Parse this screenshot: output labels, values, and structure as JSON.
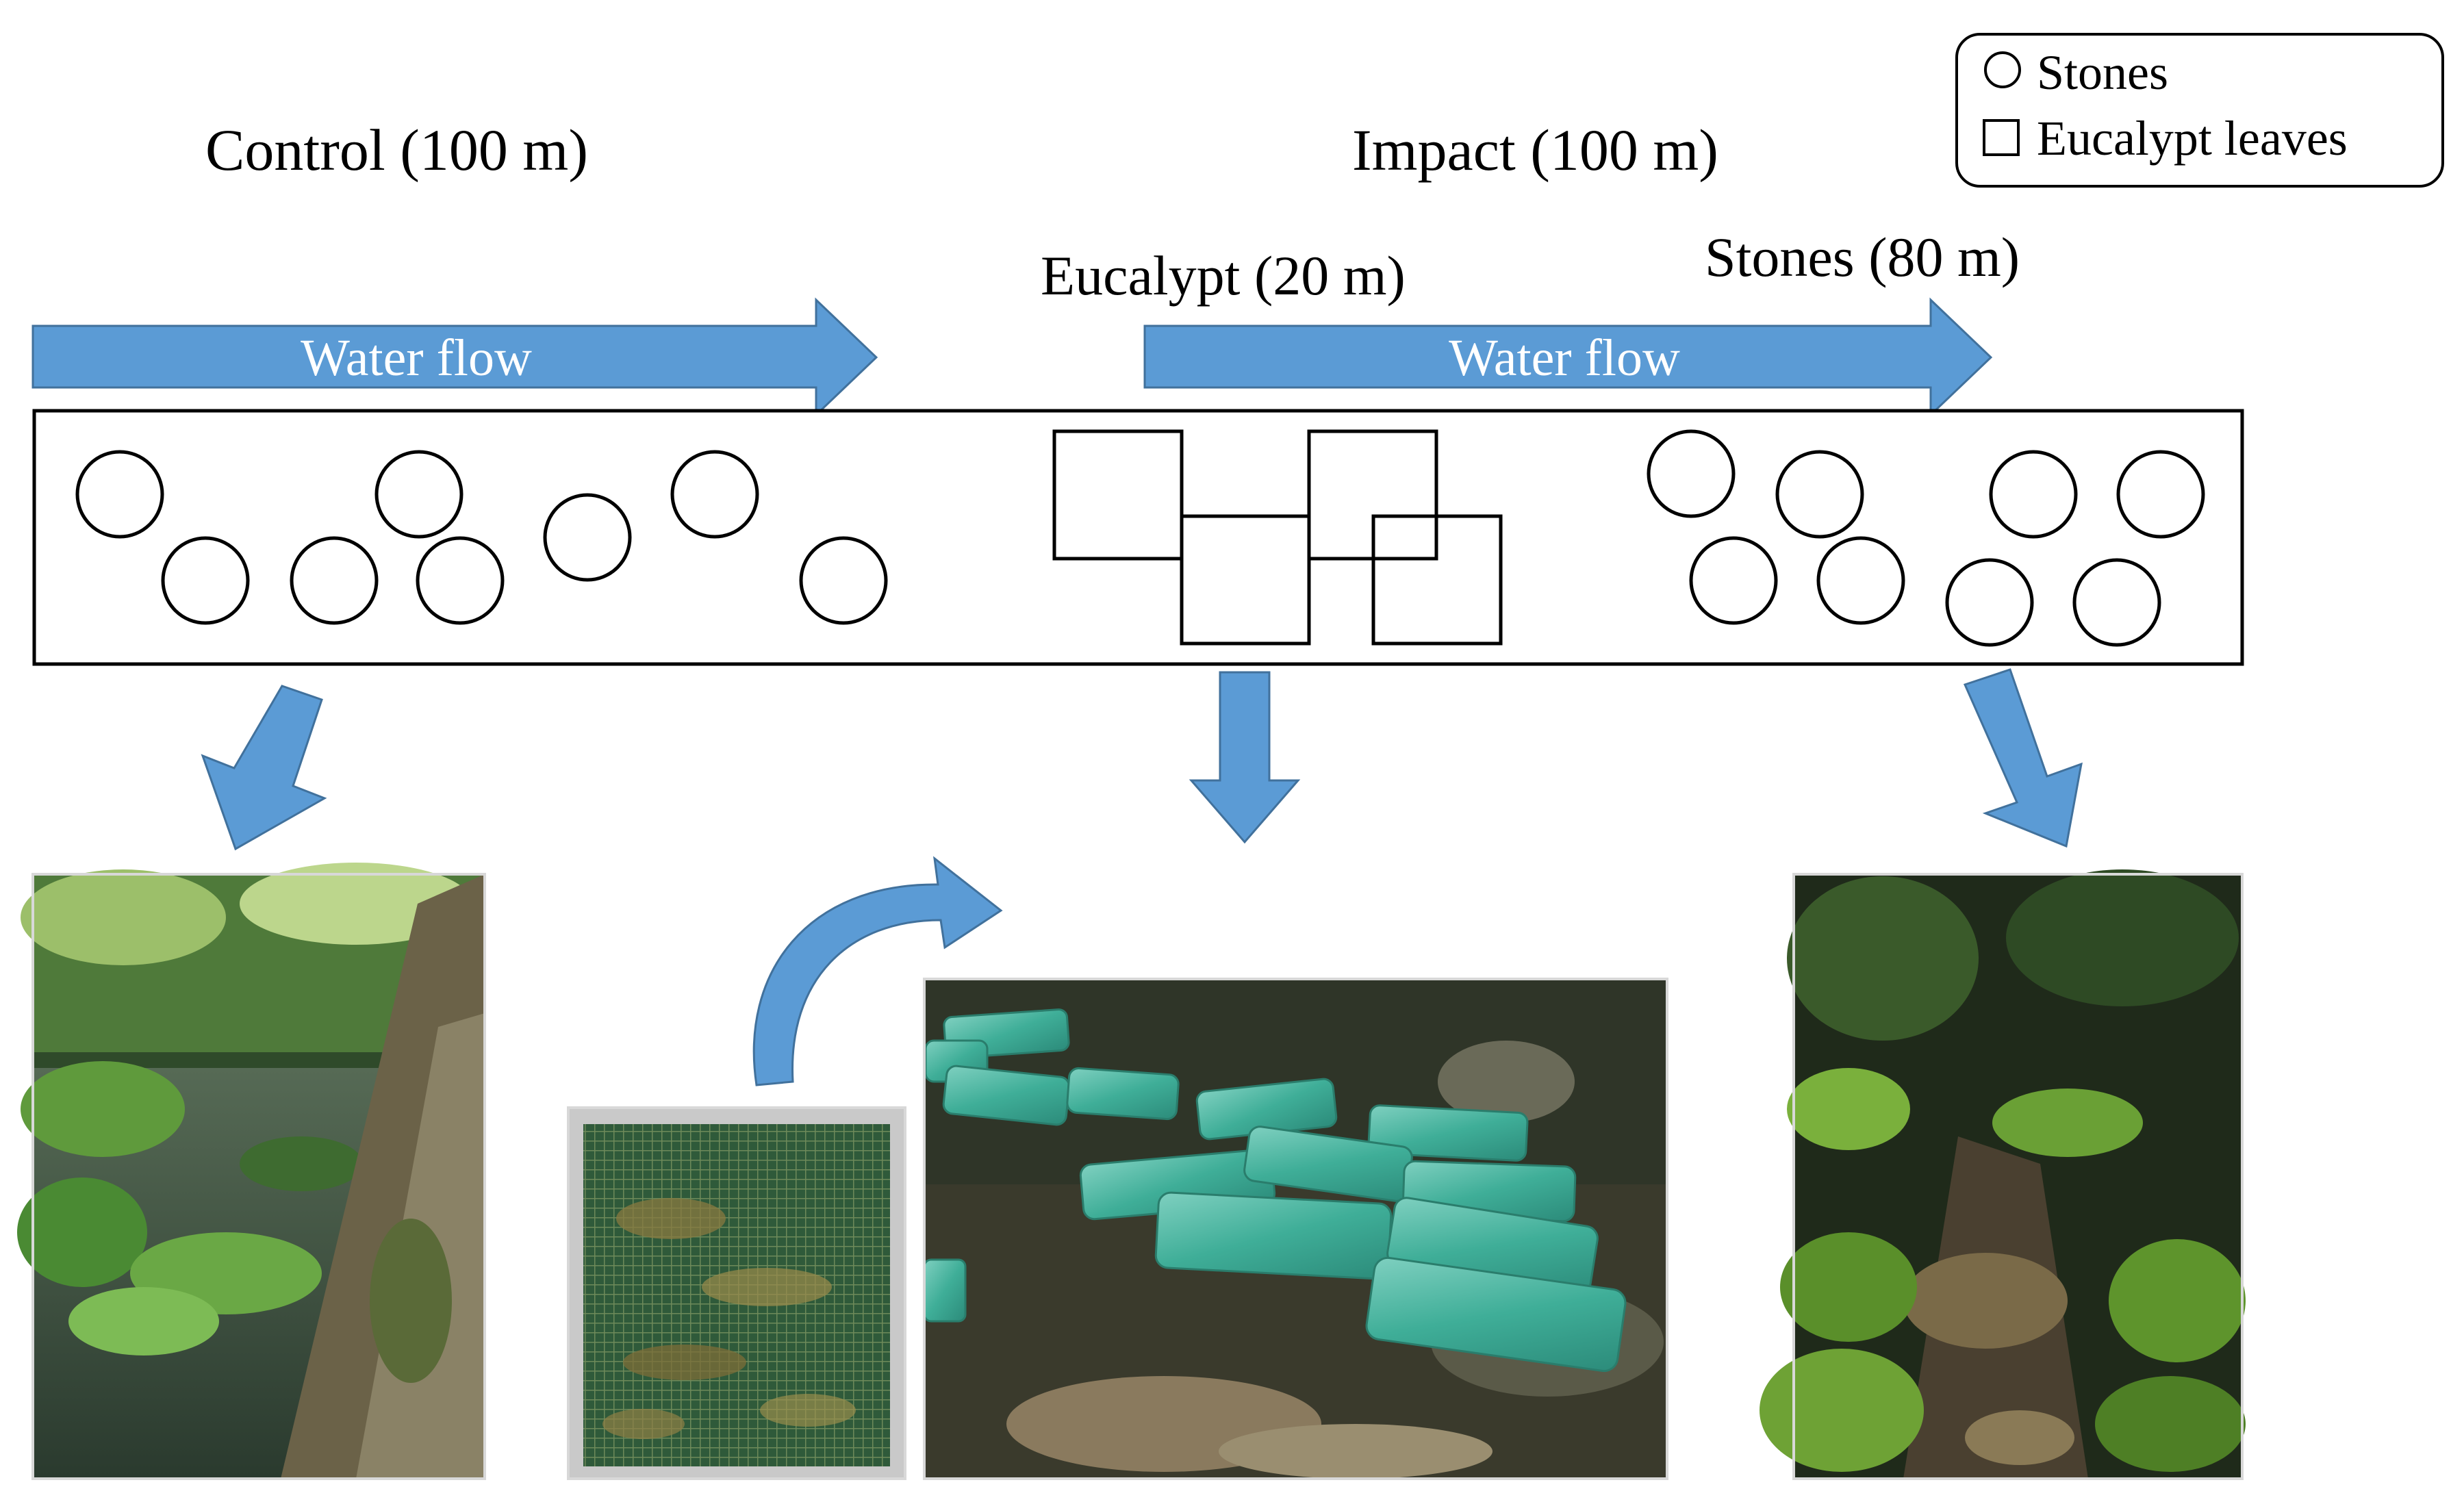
{
  "legend": {
    "stones_label": "Stones",
    "leaves_label": "Eucalypt leaves"
  },
  "sections": {
    "control": "Control (100 m)",
    "impact": "Impact (100 m)",
    "eucalypt": "Eucalypt (20 m)",
    "stones": "Stones (80 m)"
  },
  "flow": {
    "label": "Water flow"
  },
  "colors": {
    "arrow": "#5b9bd5",
    "arrow_edge": "#41719c",
    "outline": "#000000",
    "mesh_bag": "#2f6b46",
    "plastic_bag": "#4fb5a0",
    "stream_water": "#3b4a35",
    "foliage": "#3d7a34",
    "moss": "#5a8f2a"
  },
  "icons": {
    "stone": "circle-outline-icon",
    "leaves": "square-outline-icon",
    "down_arrow": "arrow-down-icon",
    "curved_arrow": "curved-arrow-icon"
  },
  "photos": [
    "control-reach-photo",
    "mesh-bag-photo",
    "bags-in-stream-photo",
    "stones-reach-photo"
  ]
}
